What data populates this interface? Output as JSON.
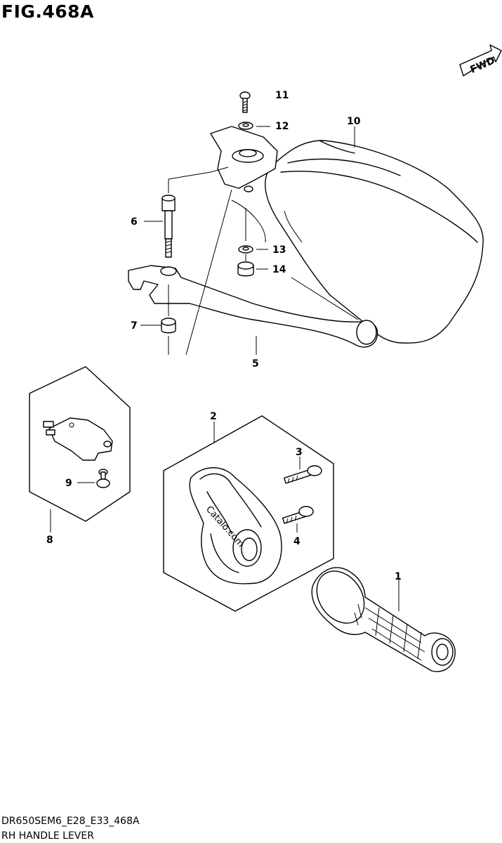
{
  "figure": {
    "title": "FIG.468A",
    "code": "DR650SEM6_E28_E33_468A",
    "caption": "RH HANDLE LEVER",
    "direction_label": "FWD",
    "watermark": "Catalo.com"
  },
  "callouts": [
    {
      "number": "1"
    },
    {
      "number": "2"
    },
    {
      "number": "3"
    },
    {
      "number": "4"
    },
    {
      "number": "5"
    },
    {
      "number": "6"
    },
    {
      "number": "7"
    },
    {
      "number": "8"
    },
    {
      "number": "9"
    },
    {
      "number": "10"
    },
    {
      "number": "11"
    },
    {
      "number": "12"
    },
    {
      "number": "13"
    },
    {
      "number": "14"
    }
  ]
}
